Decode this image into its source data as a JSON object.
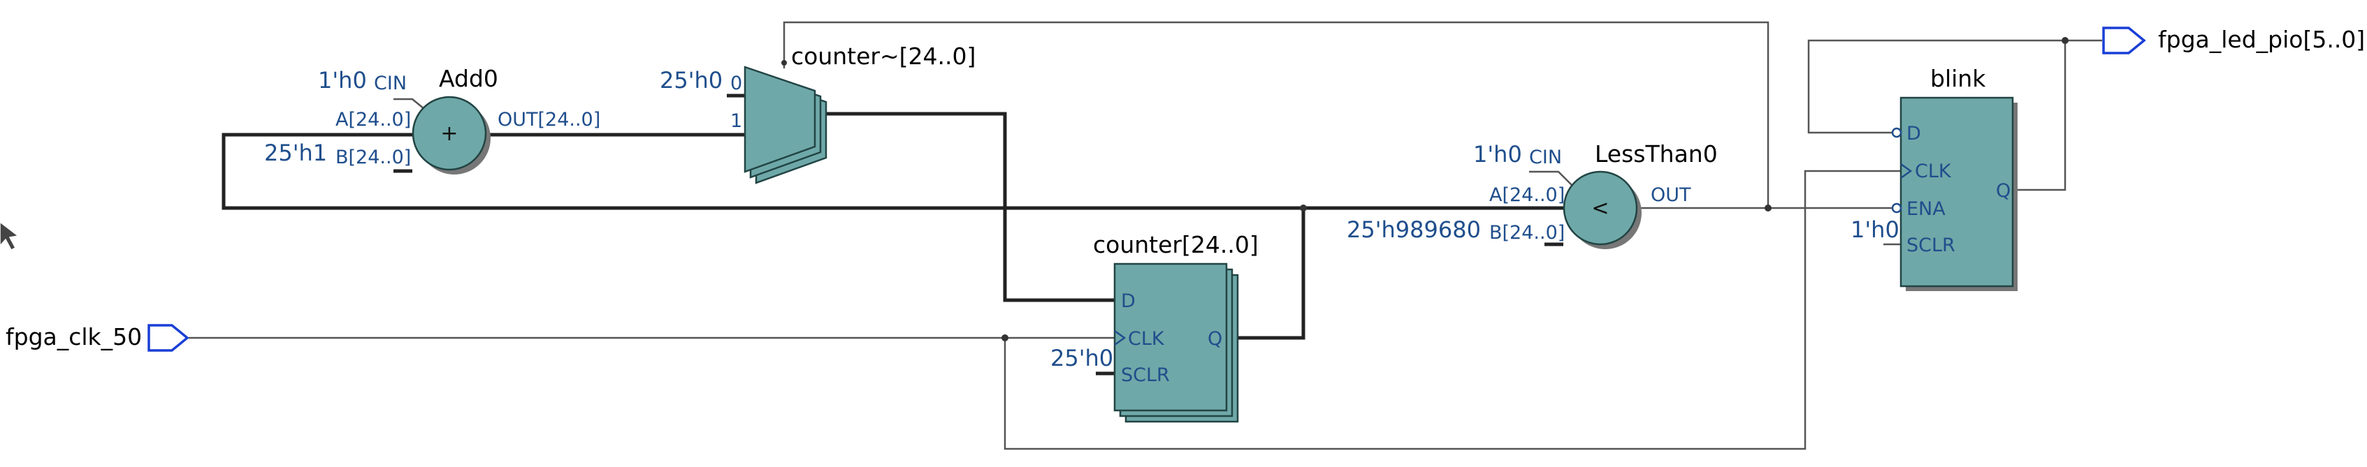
{
  "diagram": {
    "io": {
      "input_clk": "fpga_clk_50",
      "output_led": "fpga_led_pio[5..0]"
    },
    "add0": {
      "name": "Add0",
      "symbol": "+",
      "cin_const": "1'h0",
      "cin_port": "CIN",
      "a_port": "A[24..0]",
      "b_const": "25'h1",
      "b_port": "B[24..0]",
      "out_port": "OUT[24..0]"
    },
    "mux": {
      "name": "counter~[24..0]",
      "in0_const": "25'h0",
      "in0_label": "0",
      "in1_label": "1"
    },
    "counter_reg": {
      "name": "counter[24..0]",
      "d_port": "D",
      "clk_port": "CLK",
      "sclr_const": "25'h0",
      "sclr_port": "SCLR",
      "q_port": "Q"
    },
    "lessthan0": {
      "name": "LessThan0",
      "symbol": "<",
      "cin_const": "1'h0",
      "cin_port": "CIN",
      "a_port": "A[24..0]",
      "b_const": "25'h989680",
      "b_port": "B[24..0]",
      "out_port": "OUT"
    },
    "blink_reg": {
      "name": "blink",
      "d_port": "D",
      "clk_port": "CLK",
      "ena_port": "ENA",
      "sclr_const": "1'h0",
      "sclr_port": "SCLR",
      "q_port": "Q"
    }
  },
  "colors": {
    "block_fill": "#6fa8a8",
    "port_text": "#1f4e8c",
    "io_pin": "#1a3fd6"
  }
}
